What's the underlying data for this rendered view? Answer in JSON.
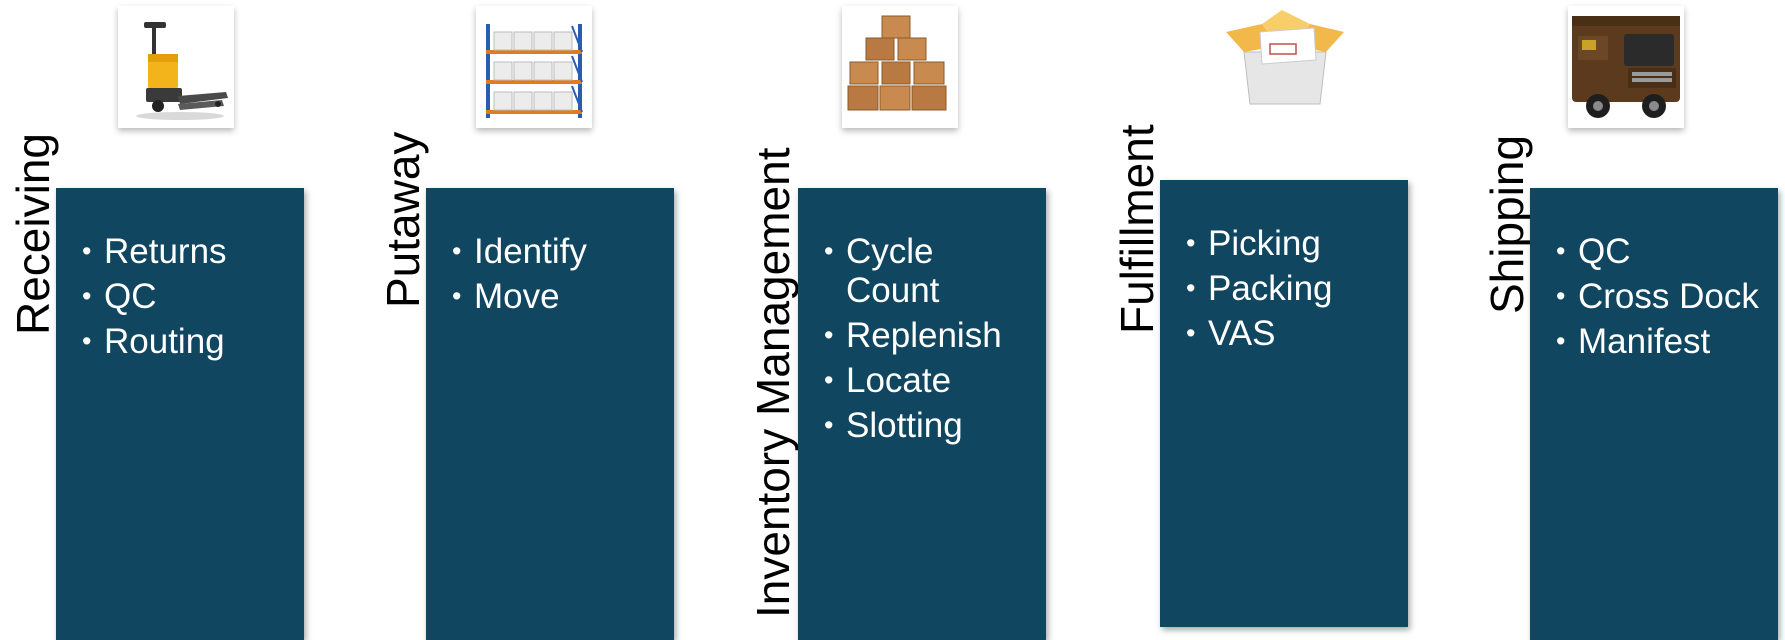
{
  "stages": [
    {
      "title": "Receiving",
      "icon": "pallet-jack-icon",
      "items": [
        "Returns",
        "QC",
        "Routing"
      ]
    },
    {
      "title": "Putaway",
      "icon": "warehouse-rack-icon",
      "items": [
        "Identify",
        "Move"
      ]
    },
    {
      "title": "Inventory Management",
      "icon": "box-stack-icon",
      "items": [
        "Cycle Count",
        "Replenish",
        "Locate",
        "Slotting"
      ]
    },
    {
      "title": "Fulfillment",
      "icon": "open-package-icon",
      "items": [
        "Picking",
        "Packing",
        "VAS"
      ]
    },
    {
      "title": "Shipping",
      "icon": "delivery-truck-icon",
      "items": [
        "QC",
        "Cross Dock",
        "Manifest"
      ]
    }
  ],
  "colors": {
    "card": "#104660",
    "card_text": "#ffffff",
    "label": "#000000"
  }
}
